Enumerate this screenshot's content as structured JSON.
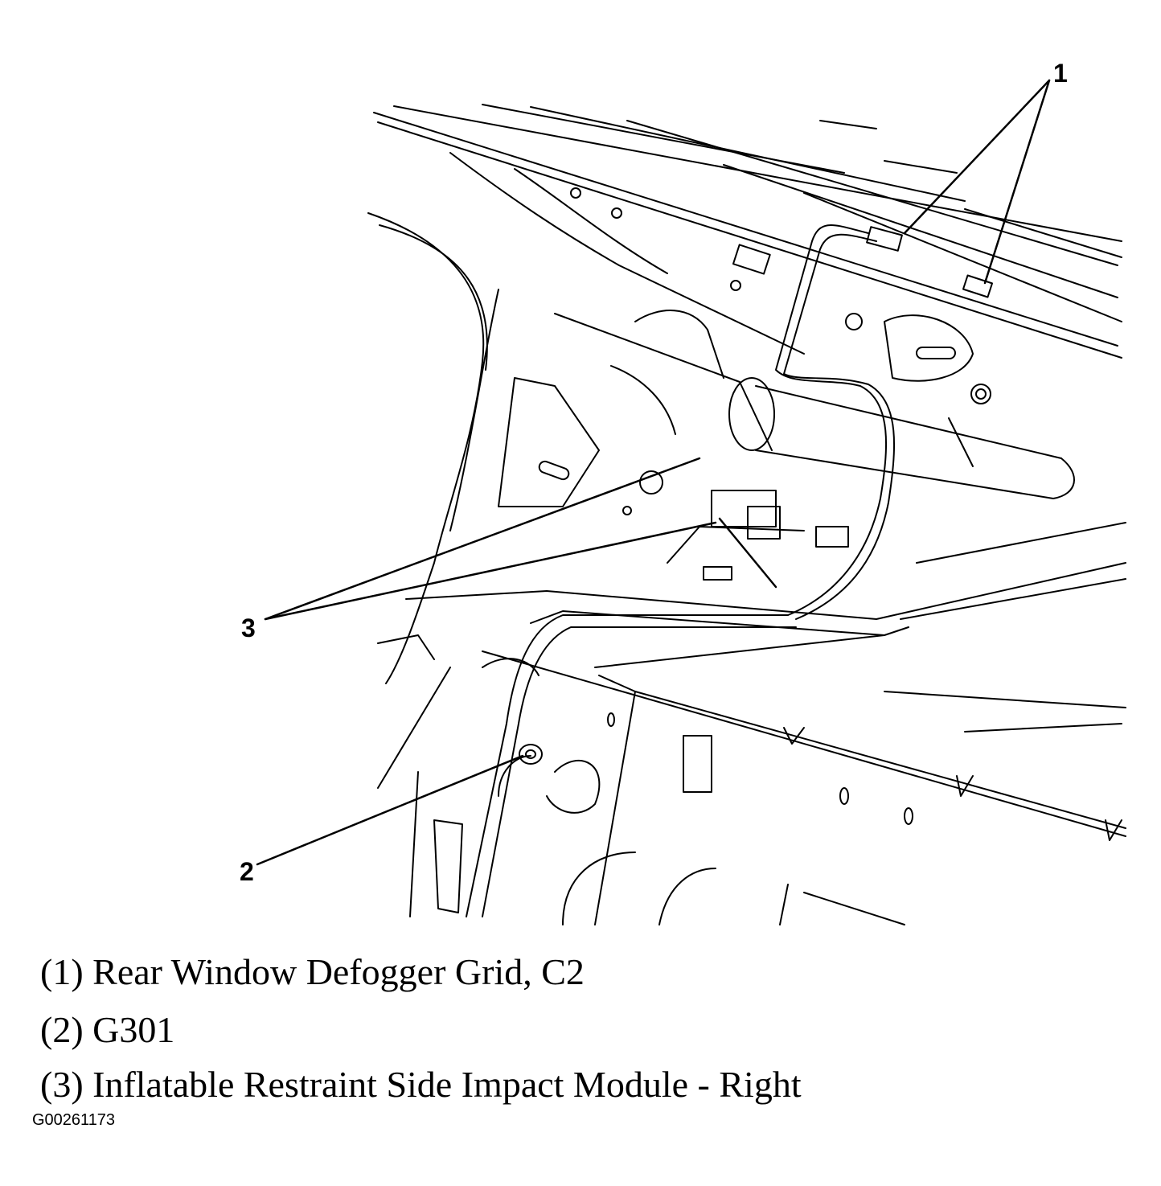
{
  "callouts": {
    "c1": "1",
    "c2": "2",
    "c3": "3"
  },
  "legend": {
    "item1": "(1) Rear Window Defogger Grid, C2",
    "item2": "(2) G301",
    "item3": "(3) Inflatable Restraint Side Impact Module - Right"
  },
  "figure_id": "G00261173"
}
